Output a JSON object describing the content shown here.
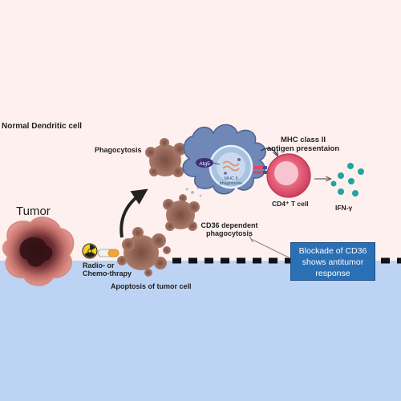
{
  "labels": {
    "normal_dc": "Normal Dendritic cell",
    "tumor": "Tumor",
    "therapy": [
      "Radio- or",
      "Chemo-thrapy"
    ],
    "apoptosis": "Apoptosis of tumor cell",
    "phagocytosis": "Phagocytosis",
    "mhc_presentation": [
      "MHC class II",
      "antigen presentaion"
    ],
    "atg5": "Atg5",
    "mhc_phagosome": [
      "MHC II",
      "phagosome"
    ],
    "cd4_t_cell": "CD4⁺ T cell",
    "ifn": "IFN-γ",
    "cd36": [
      "CD36 dependent",
      "phagocytosis"
    ],
    "blockade": [
      "Blockade of CD36",
      "shows antitumor",
      "response"
    ]
  },
  "colors": {
    "background_top": "#fdf0ef",
    "background_bottom": "#bcd3f3",
    "dendritic_cell": "#6f88b8",
    "tumor_pink": "#e89a93",
    "tumor_core": "#4a1f24",
    "debris": "#9b6b5c",
    "t_cell": "#e0566f",
    "ifn_dots": "#23a3a0",
    "blockade_box": "#2b6fb4"
  },
  "icons": [
    "radiation-icon",
    "pill-capsule-icon"
  ]
}
